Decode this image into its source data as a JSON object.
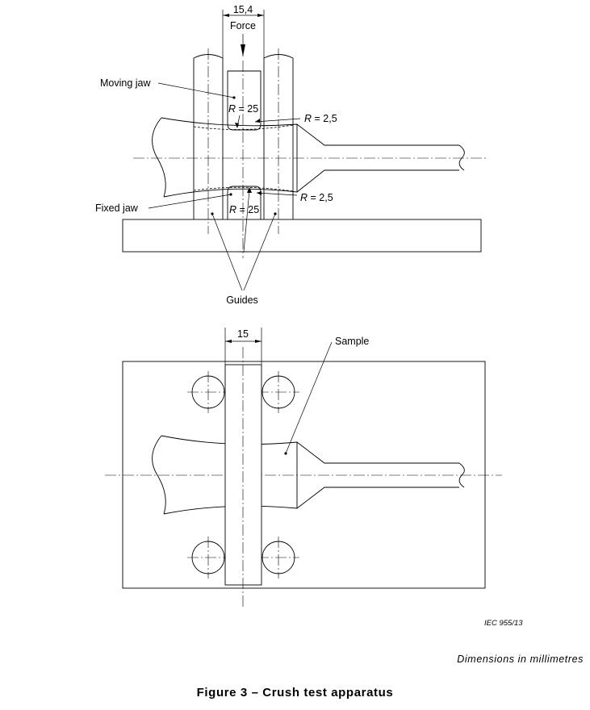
{
  "top_view": {
    "dim_width": "15,4",
    "force_label": "Force",
    "moving_jaw_label": "Moving jaw",
    "fixed_jaw_label": "Fixed jaw",
    "guides_label": "Guides",
    "radius_upper_large": {
      "symbol": "R",
      "value": " = 25"
    },
    "radius_upper_small": {
      "symbol": "R",
      "value": " = 2,5"
    },
    "radius_lower_large": {
      "symbol": "R",
      "value": " = 25"
    },
    "radius_lower_small": {
      "symbol": "R",
      "value": " = 2,5"
    }
  },
  "plan_view": {
    "dim_width": "15",
    "sample_label": "Sample"
  },
  "reference": "IEC   955/13",
  "dimensions_note": "Dimensions in millimetres",
  "caption": "Figure 3 – Crush test apparatus"
}
